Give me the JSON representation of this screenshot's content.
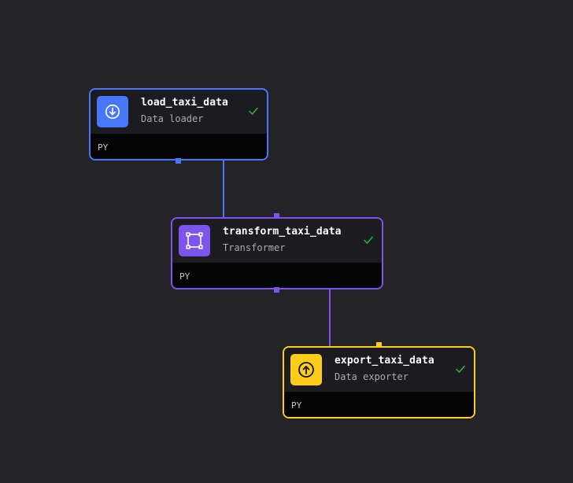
{
  "colors": {
    "background": "#232328",
    "data_loader": "#4877ff",
    "transformer": "#7d55ec",
    "data_exporter": "#ffcc19",
    "success_check": "#2ab84a"
  },
  "nodes": [
    {
      "id": "load_taxi_data",
      "title": "load_taxi_data",
      "type_label": "Data loader",
      "language": "PY",
      "icon": "arrow-down-circle-icon",
      "status": "success"
    },
    {
      "id": "transform_taxi_data",
      "title": "transform_taxi_data",
      "type_label": "Transformer",
      "language": "PY",
      "icon": "frame-nodes-icon",
      "status": "success"
    },
    {
      "id": "export_taxi_data",
      "title": "export_taxi_data",
      "type_label": "Data exporter",
      "language": "PY",
      "icon": "arrow-up-circle-icon",
      "status": "success"
    }
  ],
  "edges": [
    {
      "from": "load_taxi_data",
      "to": "transform_taxi_data"
    },
    {
      "from": "transform_taxi_data",
      "to": "export_taxi_data"
    }
  ]
}
